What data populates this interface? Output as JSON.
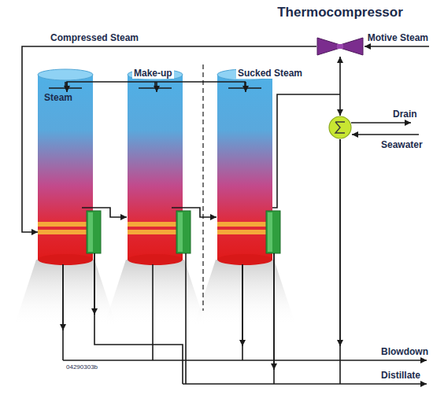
{
  "diagram": {
    "nodes": [
      {
        "text": [
          "Thermocompressor"
        ]
      },
      {
        "text": [
          "Steam"
        ]
      }
    ],
    "edges": [
      {
        "from": 0,
        "to": 1,
        "arrow": "to",
        "label": "Compressed Steam"
      }
    ],
    "labels": [
      "Motive Steam",
      "Make-up",
      "Sucked Steam",
      "Drain",
      "Seawater",
      "Blowdown",
      "Distillate",
      "04290303b"
    ]
  }
}
